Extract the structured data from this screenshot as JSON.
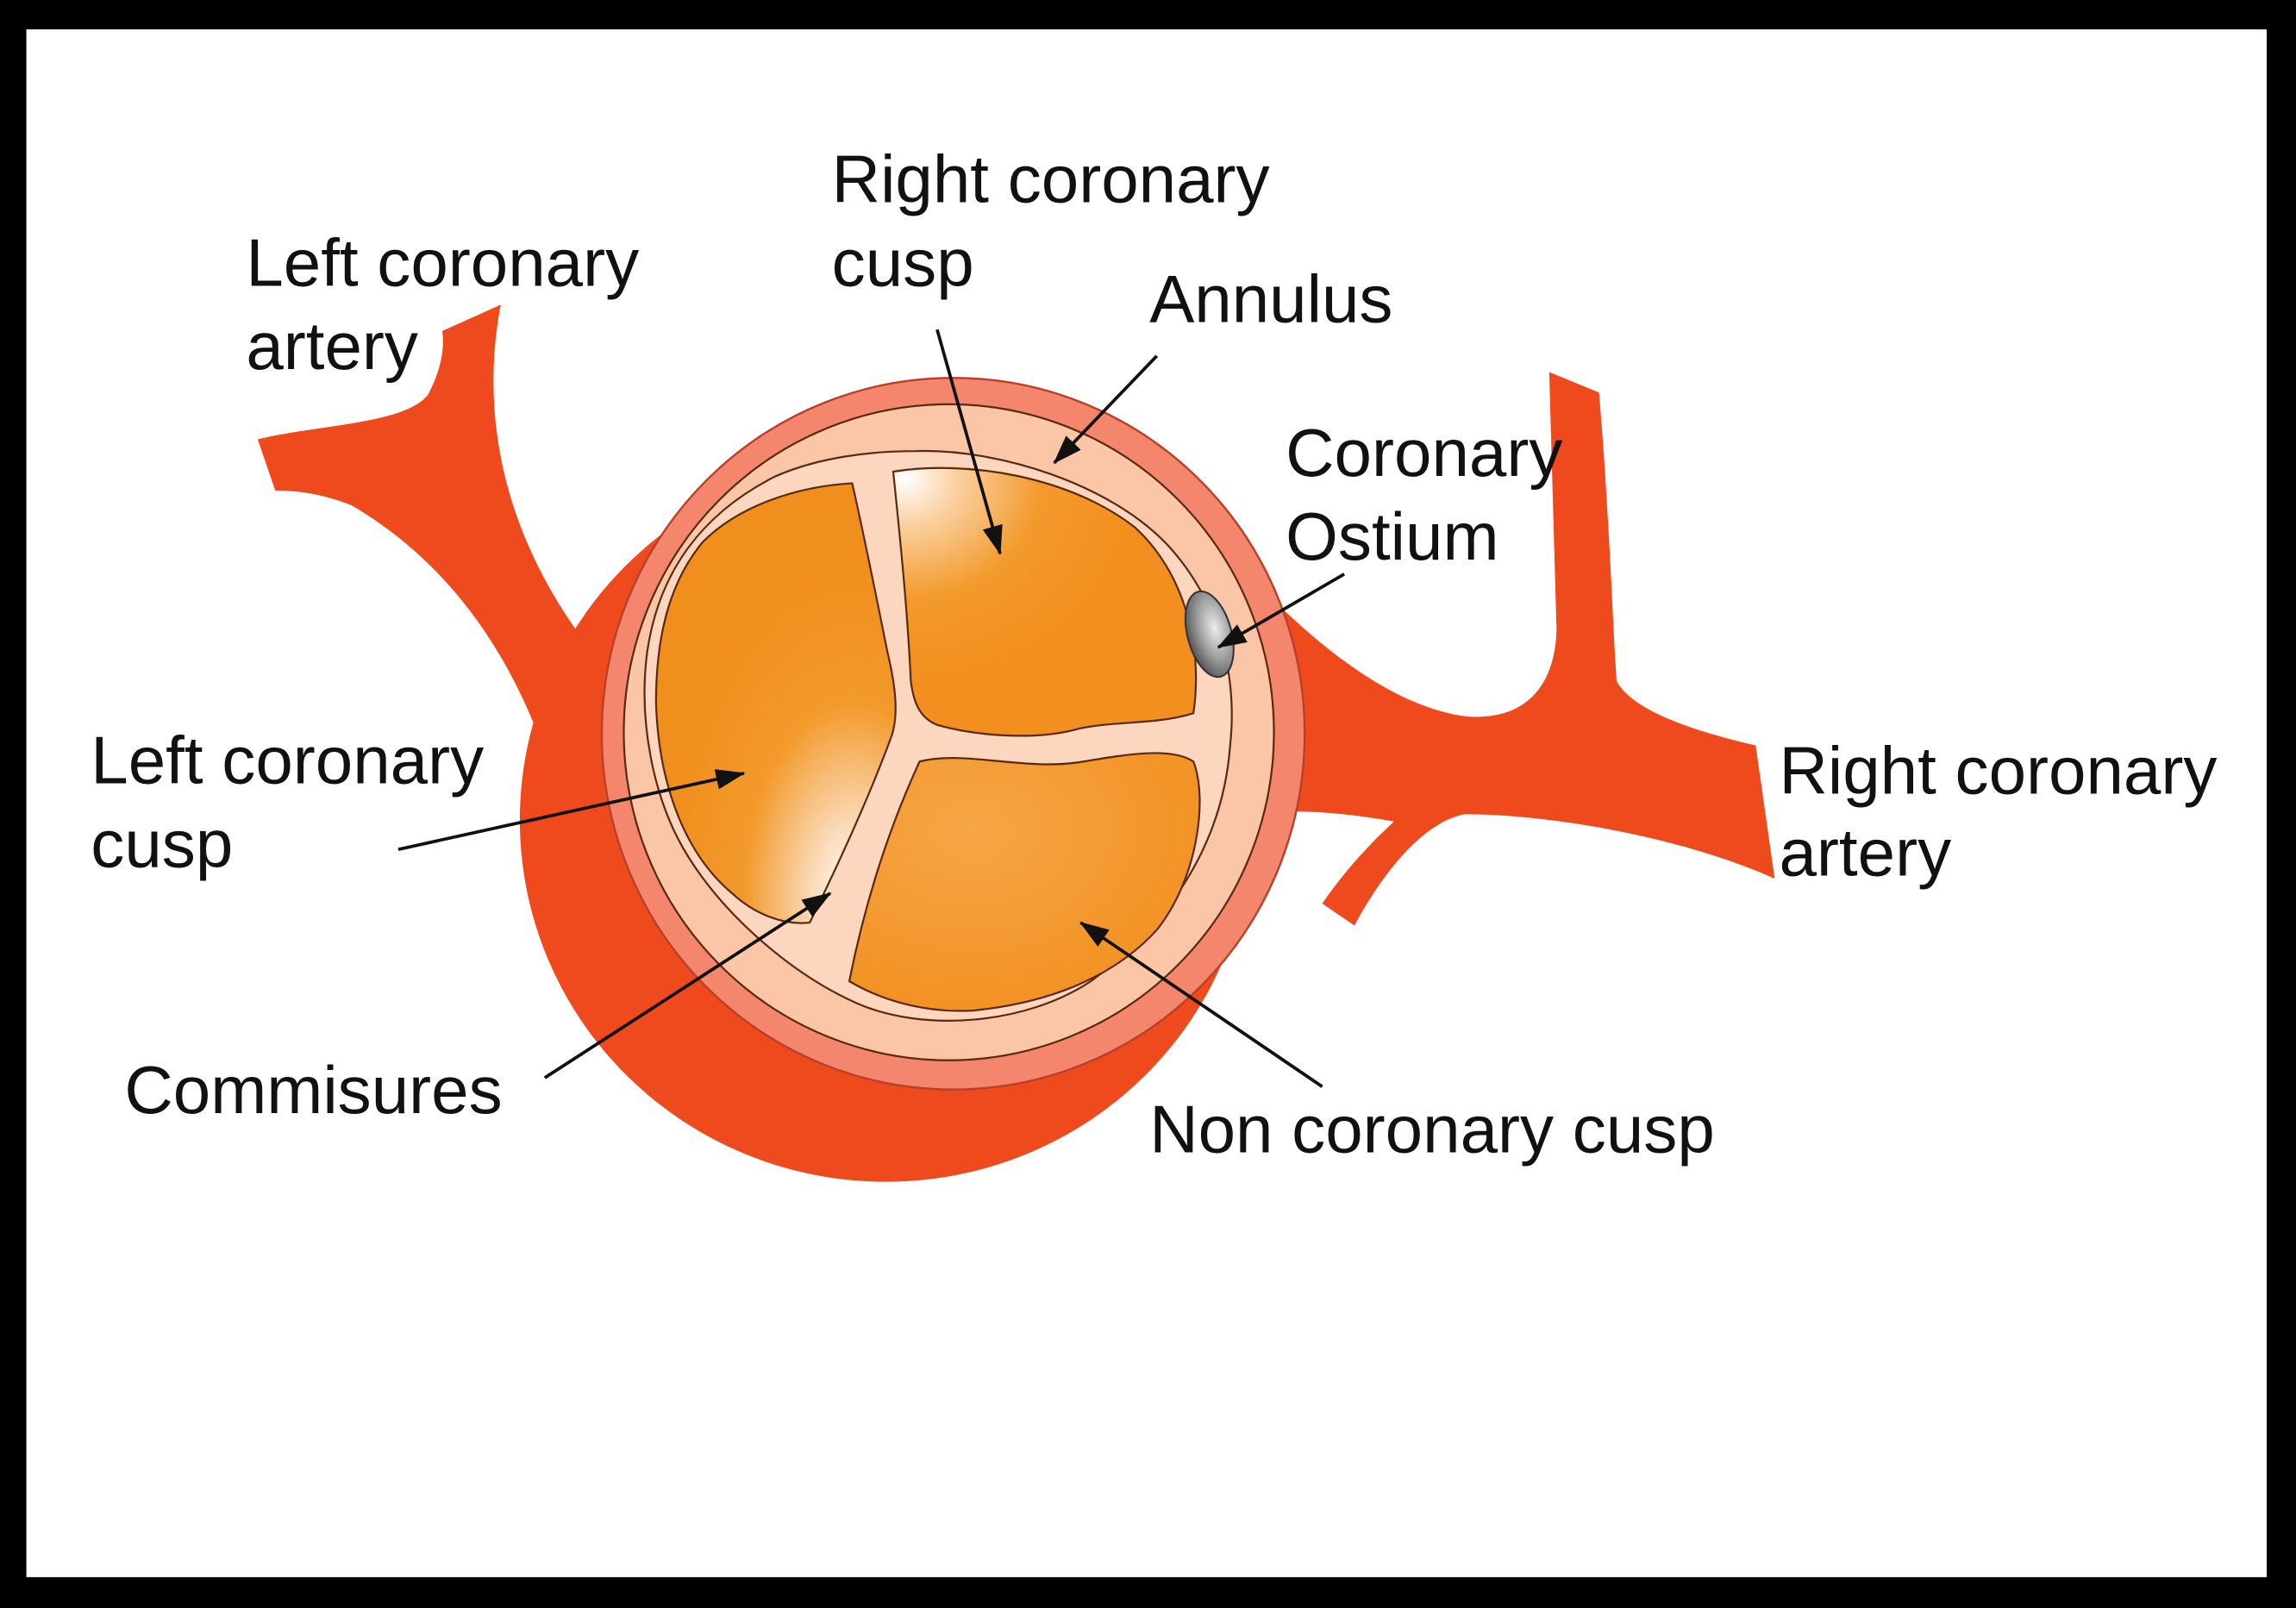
{
  "labels": {
    "right_coronary_cusp": {
      "line1": "Right coronary",
      "line2": "cusp"
    },
    "left_coronary_artery": {
      "line1": "Left coronary",
      "line2": "artery"
    },
    "annulus": {
      "line1": "Annulus"
    },
    "coronary_ostium": {
      "line1": "Coronary",
      "line2": "Ostium"
    },
    "left_coronary_cusp": {
      "line1": "Left coronary",
      "line2": "cusp"
    },
    "right_coronary_artery": {
      "line1": "Right coronary",
      "line2": "artery"
    },
    "commisures": {
      "line1": "Commisures"
    },
    "non_coronary_cusp": {
      "line1": "Non coronary cusp"
    }
  },
  "colors": {
    "frame": "#000000",
    "background": "#ffffff",
    "artery": "#ef4a1e",
    "annulus_outer": "#f3866c",
    "annulus_inner": "#fbc6a8",
    "valve_floor": "#fcd6be",
    "cusp": "#f39425",
    "outline": "#5a2a10",
    "ostium": "#8c8c8c",
    "label_text": "#111111"
  }
}
